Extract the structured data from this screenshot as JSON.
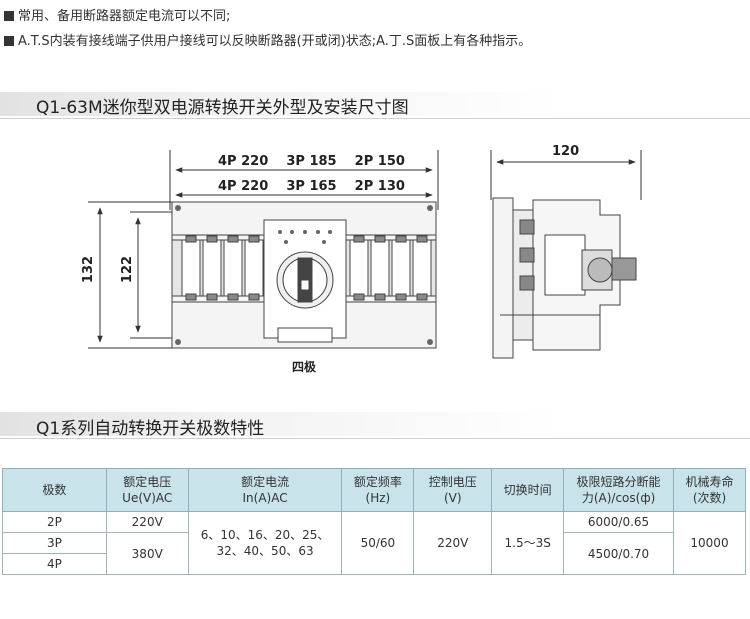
{
  "notes": [
    "常用、备用断路器额定电流可以不同;",
    "A.T.S内装有接线端子供用户接线可以反映断路器(开或闭)状态;A.丁.S面板上有各种指示。"
  ],
  "section1": {
    "title": "Q1-63M迷你型双电源转换开关外型及安装尺寸图"
  },
  "drawing": {
    "dim_top1": "4P 220    3P 185    2P 150",
    "dim_top2": "4P 220    3P 165    2P 130",
    "dim_height_outer": "132",
    "dim_height_inner": "122",
    "caption": "四极",
    "side_width": "120"
  },
  "section2": {
    "title": "Q1系列自动转换开关极数特性"
  },
  "table": {
    "headers": {
      "poles": "极数",
      "voltage": [
        "额定电压",
        "Ue(V)AC"
      ],
      "current": [
        "额定电流",
        "In(A)AC"
      ],
      "frequency": [
        "额定频率",
        "(Hz)"
      ],
      "control": [
        "控制电压",
        "(V)"
      ],
      "switch_time": "切换时间",
      "breaking": [
        "极限短路分断能",
        "力(A)/cos(ф)"
      ],
      "life": [
        "机械寿命",
        "(次数)"
      ]
    },
    "rows": {
      "poles": [
        "2P",
        "3P",
        "4P"
      ],
      "voltage_2p": "220V",
      "voltage_34p": "380V",
      "current": [
        "6、10、16、20、25、",
        "32、40、50、63"
      ],
      "frequency": "50/60",
      "control": "220V",
      "switch_time": "1.5～3S",
      "breaking_2p": "6000/0.65",
      "breaking_34p": "4500/0.70",
      "life": "10000"
    }
  }
}
